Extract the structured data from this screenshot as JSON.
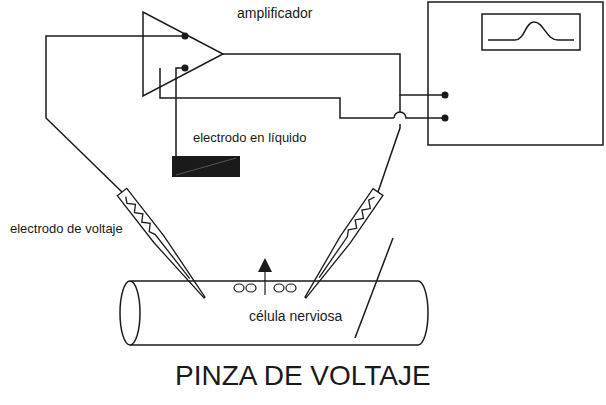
{
  "diagram": {
    "title": "PINZA DE VOLTAJE",
    "nodes": [
      {
        "text": [
          "célula nerviosa"
        ]
      }
    ],
    "labels": [
      "amplificador",
      "electrodo en líquido",
      "electrodo de voltaje"
    ]
  }
}
